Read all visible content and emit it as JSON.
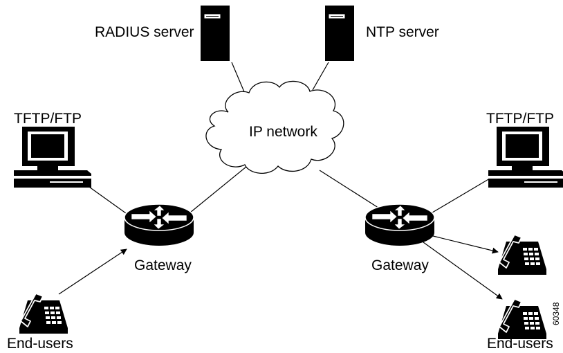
{
  "diagram": {
    "labels": {
      "radius_server": "RADIUS server",
      "ntp_server": "NTP server",
      "ip_network": "IP network",
      "tftp_left": "TFTP/FTP",
      "tftp_right": "TFTP/FTP",
      "gateway_left": "Gateway",
      "gateway_right": "Gateway",
      "end_users_left": "End-users",
      "end_users_right": "End-users",
      "figure_number": "60348"
    },
    "colors": {
      "ink": "#000000",
      "paper": "#ffffff"
    },
    "icons": {
      "radius_server": "server-tower-icon",
      "ntp_server": "server-tower-icon",
      "ip_network": "cloud-icon",
      "tftp_left": "workstation-icon",
      "tftp_right": "workstation-icon",
      "gateway_left": "router-icon",
      "gateway_right": "router-icon",
      "end_users_left": "telephone-icon",
      "end_users_right_upper": "telephone-icon",
      "end_users_right_lower": "telephone-icon"
    }
  }
}
